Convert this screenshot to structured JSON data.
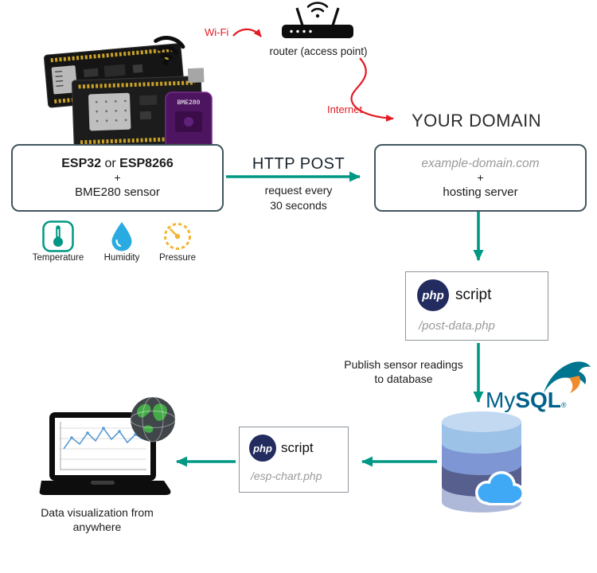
{
  "colors": {
    "teal": "#009884",
    "red": "#e31b23",
    "mysql_blue": "#00618a",
    "php_navy": "#222c5f"
  },
  "wifi": {
    "label": "Wi-Fi"
  },
  "router": {
    "label": "router (access point)"
  },
  "internet": {
    "label": "Internet"
  },
  "your_domain": {
    "label": "YOUR DOMAIN"
  },
  "esp_box": {
    "bold1": "ESP32",
    "mid": " or ",
    "bold2": "ESP8266",
    "plus": "+",
    "line2": "BME280 sensor"
  },
  "http_post": {
    "title": "HTTP POST",
    "sub1": "request every",
    "sub2": "30 seconds"
  },
  "domain_box": {
    "line1": "example-domain.com",
    "plus": "+",
    "line2": "hosting server"
  },
  "sensors": {
    "temperature": {
      "label": "Temperature"
    },
    "humidity": {
      "label": "Humidity"
    },
    "pressure": {
      "label": "Pressure"
    }
  },
  "php_post": {
    "logo": "php",
    "script": "script",
    "path": "/post-data.php"
  },
  "publish": {
    "line1": "Publish sensor readings",
    "line2": "to database"
  },
  "mysql": {
    "my": "My",
    "sql": "SQL",
    "reg": "®"
  },
  "php_chart": {
    "logo": "php",
    "script": "script",
    "path": "/esp-chart.php"
  },
  "dataviz": {
    "line1": "Data visualization from",
    "line2": "anywhere"
  },
  "board": {
    "label": "BME280"
  }
}
